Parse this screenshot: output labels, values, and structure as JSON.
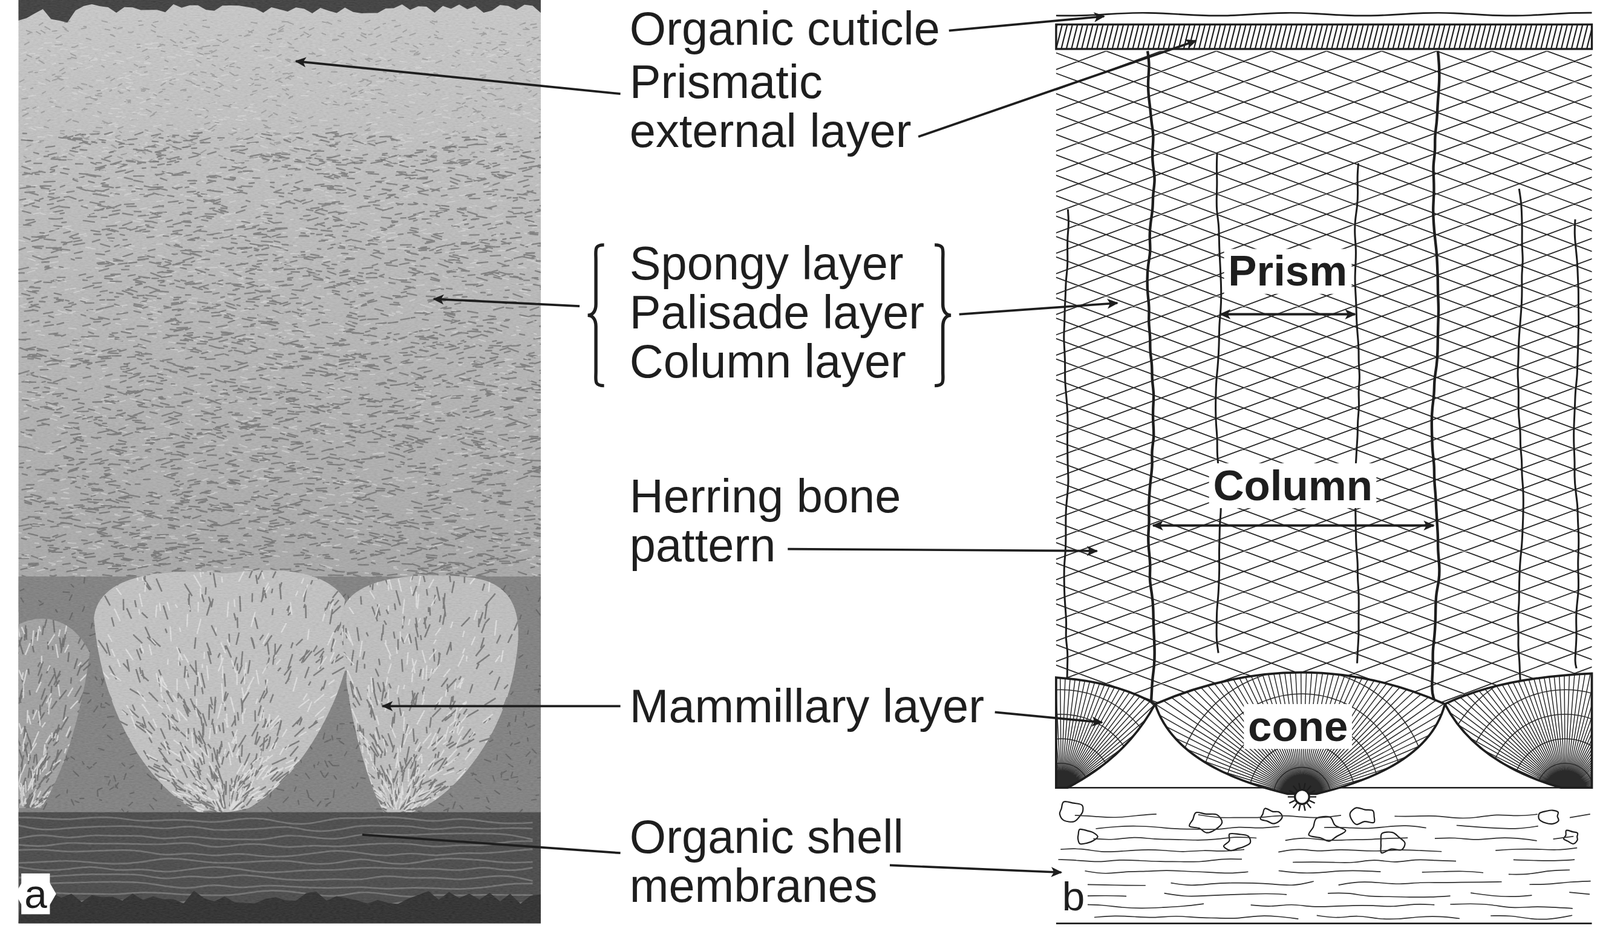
{
  "diagram": {
    "labels": [
      "Organic cuticle",
      "Prismatic external layer",
      "Spongy layer",
      "Palisade layer",
      "Column layer",
      "Herring bone pattern",
      "Mammillary layer",
      "Organic shell membranes",
      "Prism",
      "Column",
      "cone",
      "a",
      "b"
    ]
  }
}
